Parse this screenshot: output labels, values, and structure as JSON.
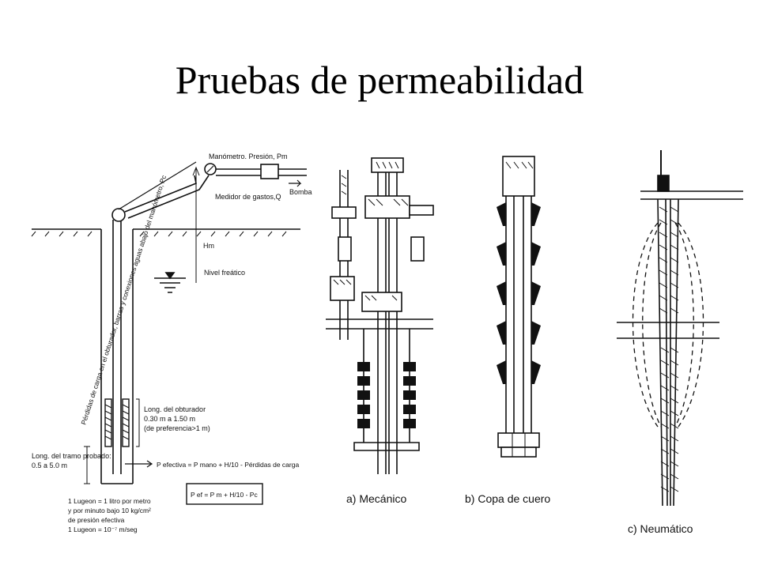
{
  "slide": {
    "title": "Pruebas de permeabilidad"
  },
  "diagram": {
    "labels": {
      "manometro": "Manómetro. Presión, Pm",
      "medidor": "Medidor de gastos,Q",
      "bomba": "Bomba",
      "hm": "Hm",
      "nivel": "Nivel freático",
      "perdidas": "Pérdidas de carga en el obturador, barras y conexiones aguas abajo del manómetro, Pc",
      "long_obt_1": "Long. del obturador",
      "long_obt_2": "0.30 m a 1.50 m",
      "long_obt_3": "(de preferencia>1 m)",
      "long_tramo_1": "Long. del tramo probado:",
      "long_tramo_2": "0.5 a 5.0 m",
      "p_efectiva": "P efectiva = P mano + H/10 - Pérdidas de carga",
      "formula": "P ef = P m + H/10 - Pc",
      "lugeon_1": "1 Lugeon = 1 litro por metro",
      "lugeon_2": "y por minuto bajo 10 kg/cm²",
      "lugeon_3": "de presión efectiva",
      "lugeon_4": "1 Lugeon = 10⁻⁷ m/seg"
    },
    "captions": {
      "a": "a) Mecánico",
      "b": "b) Copa de cuero",
      "c": "c) Neumático"
    }
  }
}
